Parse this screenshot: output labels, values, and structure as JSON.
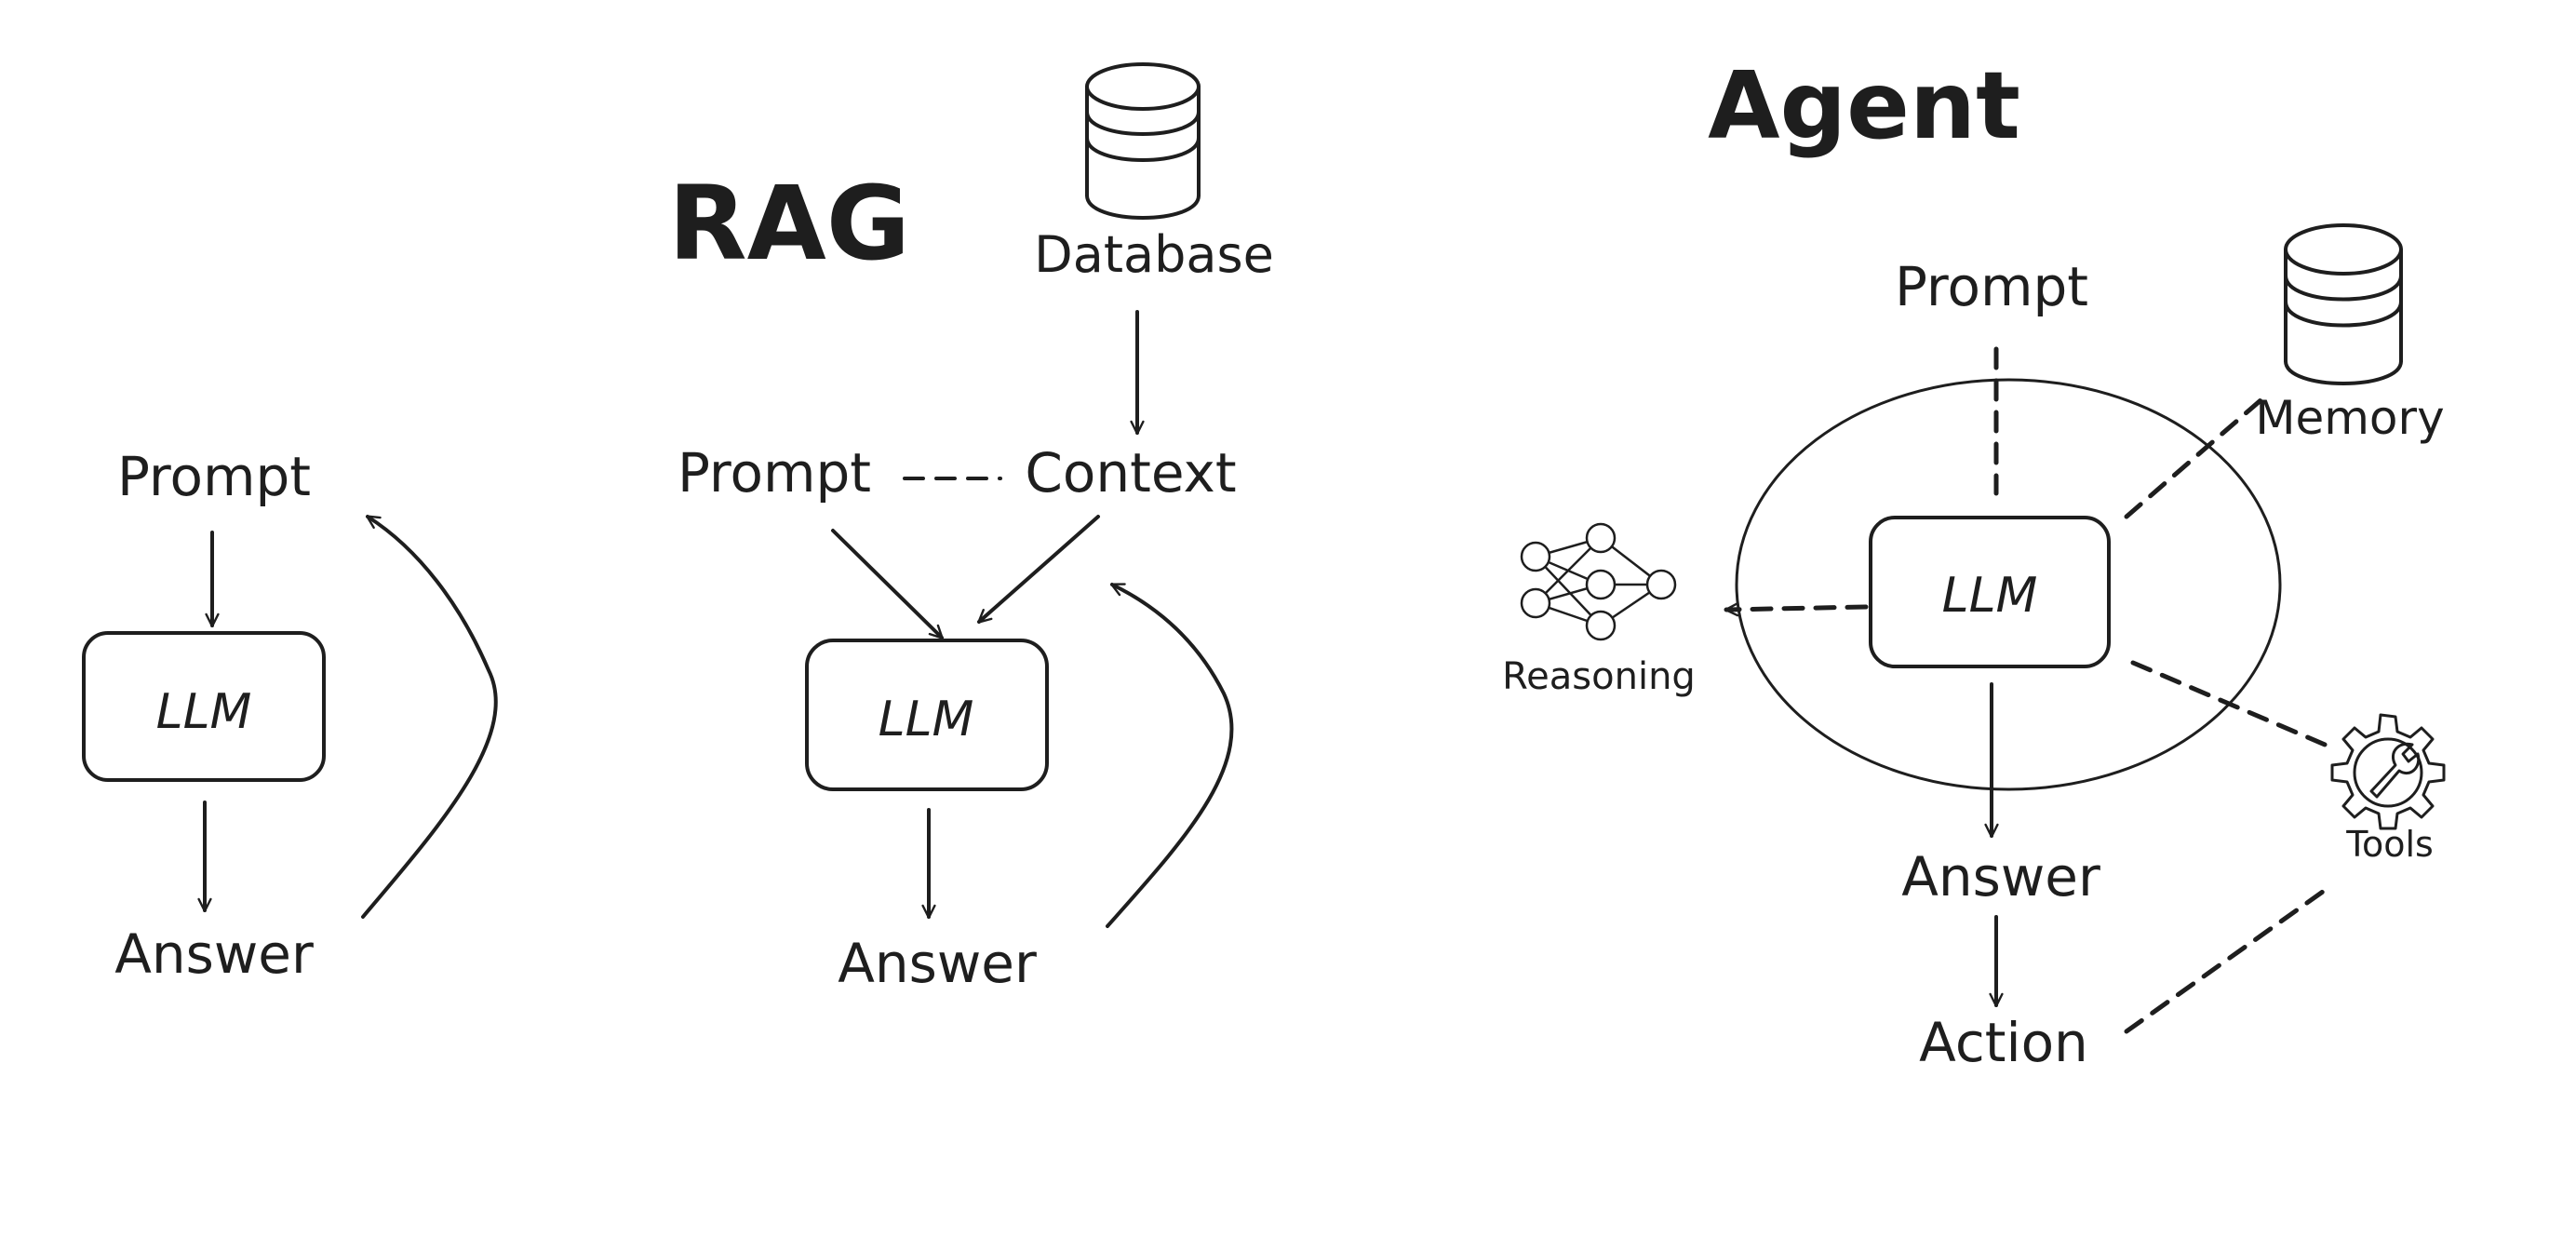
{
  "colors": {
    "ink": "#1e1e1e",
    "background": "#ffffff"
  },
  "simple": {
    "prompt": "Prompt",
    "llm": "LLM",
    "answer": "Answer"
  },
  "rag": {
    "title": "RAG",
    "database": "Database",
    "prompt": "Prompt",
    "context": "Context",
    "llm": "LLM",
    "answer": "Answer"
  },
  "agent": {
    "title": "Agent",
    "prompt": "Prompt",
    "memory": "Memory",
    "llm": "LLM",
    "reasoning": "Reasoning",
    "tools": "Tools",
    "answer": "Answer",
    "action": "Action"
  },
  "icons": [
    "database-icon",
    "neural-network-icon",
    "gear-wrench-icon"
  ]
}
